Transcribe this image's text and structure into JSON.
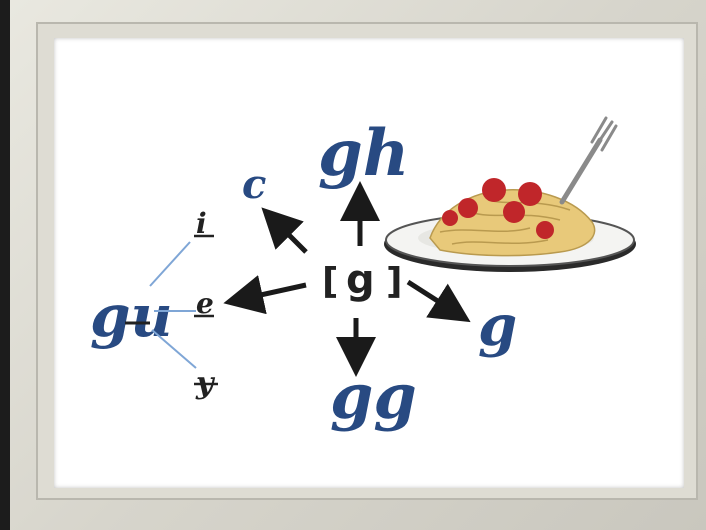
{
  "diagram": {
    "center": {
      "open": "[",
      "sound": "g",
      "close": "]"
    },
    "spellings": {
      "gh": "gh",
      "c": "c",
      "gu": "gu",
      "g": "g",
      "gg": "gg"
    },
    "vowels": [
      "i",
      "e",
      "y"
    ],
    "illustration": "spaghetti-plate",
    "colors": {
      "script": "#284a82",
      "arrow": "#1a1a1a",
      "connector": "#7fa6d6",
      "sauce": "#c0262a",
      "pasta": "#e8c97a"
    }
  }
}
